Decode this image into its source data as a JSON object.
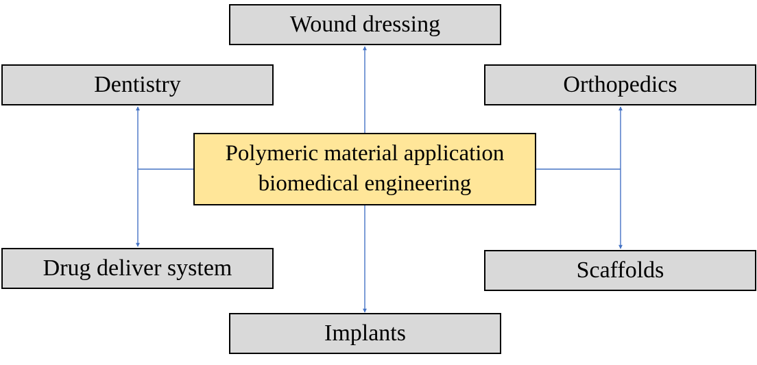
{
  "diagram": {
    "type": "hub-and-spoke",
    "connector_color": "#4472c4",
    "center": {
      "lines": [
        "Polymeric material application",
        "biomedical engineering"
      ],
      "fill": "#ffe699"
    },
    "leaf_fill": "#d9d9d9",
    "nodes": {
      "wound_dressing": "Wound dressing",
      "dentistry": "Dentistry",
      "orthopedics": "Orthopedics",
      "drug_delivery": "Drug deliver system",
      "scaffolds": "Scaffolds",
      "implants": "Implants"
    },
    "edges": [
      {
        "from": "center",
        "to": "wound_dressing"
      },
      {
        "from": "center",
        "to": "dentistry"
      },
      {
        "from": "center",
        "to": "drug_delivery"
      },
      {
        "from": "center",
        "to": "orthopedics"
      },
      {
        "from": "center",
        "to": "scaffolds"
      },
      {
        "from": "center",
        "to": "implants"
      }
    ]
  }
}
